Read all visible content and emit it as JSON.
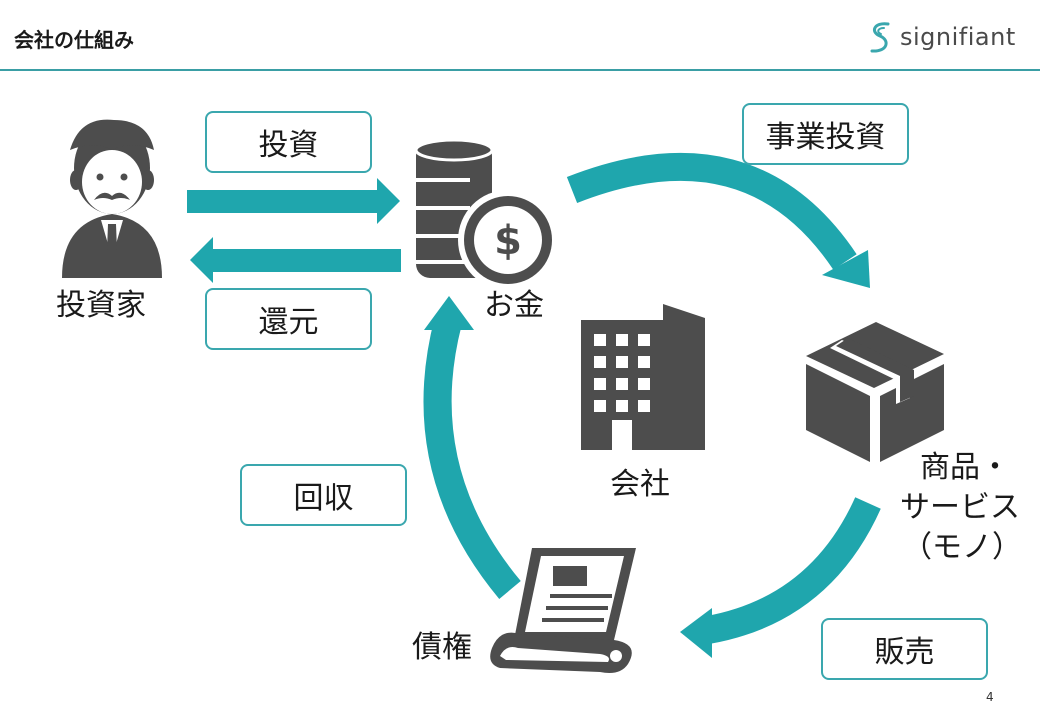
{
  "header": {
    "title": "会社の仕組み",
    "logo_text": "signifiant"
  },
  "boxes": {
    "invest": "投資",
    "return": "還元",
    "business_invest": "事業投資",
    "collect": "回収",
    "sales": "販売"
  },
  "labels": {
    "investor": "投資家",
    "money": "お金",
    "company": "会社",
    "product_line1": "商品・",
    "product_line2": "サービス",
    "product_line3": "（モノ）",
    "receivables": "債権"
  },
  "colors": {
    "accent": "#1fa6ad",
    "icon": "#4d4d4d"
  },
  "icons": [
    "investor-icon",
    "money-icon",
    "company-building-icon",
    "product-box-icon",
    "receivables-document-icon"
  ],
  "page_number": "4"
}
